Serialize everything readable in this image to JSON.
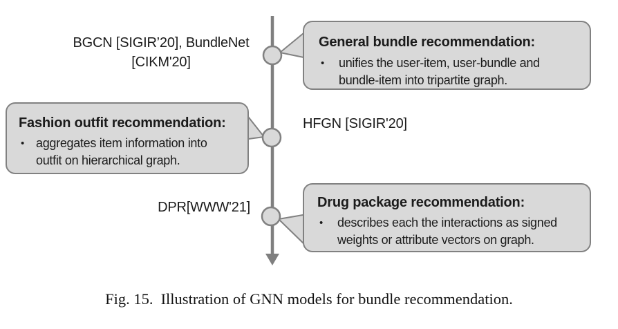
{
  "bullet_glyph": "•",
  "colors": {
    "bubble_fill": "#d9d9d9",
    "bubble_border": "#818181",
    "timeline_line": "#7f7f7f",
    "node_fill": "#d9d9d9",
    "node_border": "#818181",
    "text": "#1b1b1b"
  },
  "timeline": {
    "milestones": [
      {
        "label": "BGCN [SIGIR’20], BundleNet [CIKM'20]",
        "callout": {
          "title": "General bundle recommendation:",
          "bullet_lines": [
            "unifies the user-item, user-bundle and",
            "bundle-item into tripartite graph."
          ]
        }
      },
      {
        "label": "HFGN [SIGIR'20]",
        "callout": {
          "title": "Fashion outfit recommendation:",
          "bullet_lines": [
            "aggregates item information into",
            "outfit on hierarchical graph."
          ]
        }
      },
      {
        "label": "DPR[WWW'21]",
        "callout": {
          "title": "Drug package recommendation:",
          "bullet_lines": [
            "describes each the interactions as signed",
            "weights or attribute vectors on graph."
          ]
        }
      }
    ]
  },
  "figure": {
    "caption": {
      "label": "Fig. 15.",
      "text": "Illustration of GNN models for bundle recommendation."
    }
  }
}
